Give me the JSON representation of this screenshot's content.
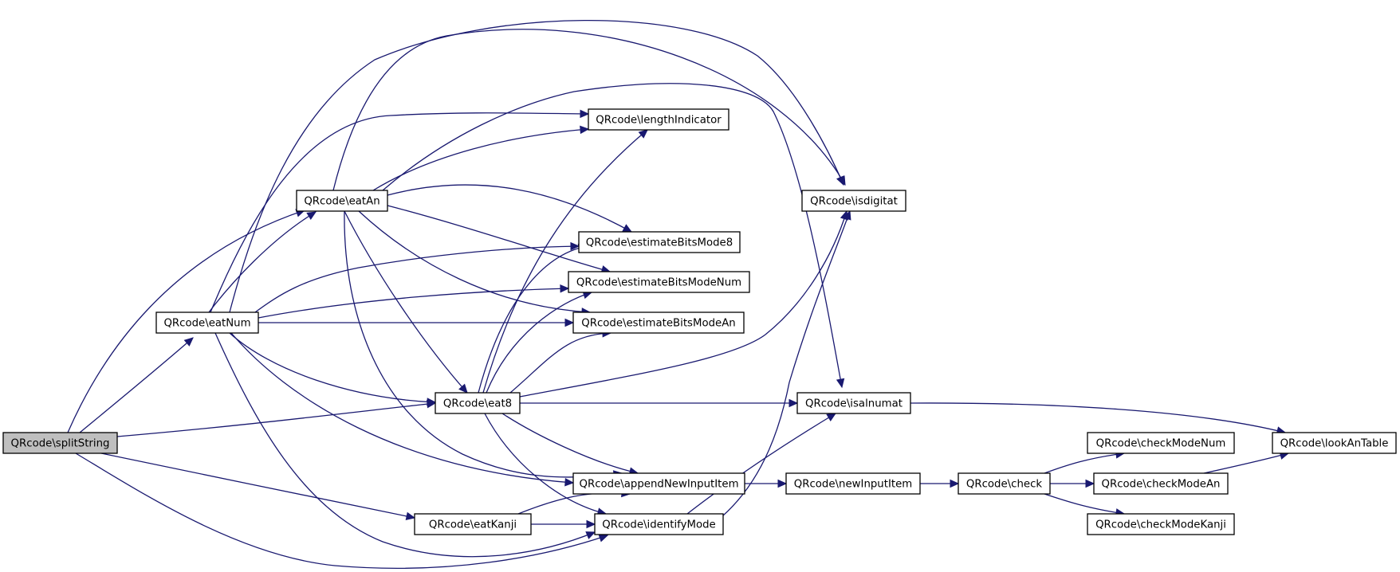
{
  "diagram": {
    "type": "call-graph",
    "edge_color": "#191970",
    "root_fill": "#bfbfbf",
    "nodes": [
      {
        "id": "splitString",
        "label": "QRcode\\splitString",
        "root": true
      },
      {
        "id": "eatNum",
        "label": "QRcode\\eatNum"
      },
      {
        "id": "eatAn",
        "label": "QRcode\\eatAn"
      },
      {
        "id": "eat8",
        "label": "QRcode\\eat8"
      },
      {
        "id": "eatKanji",
        "label": "QRcode\\eatKanji"
      },
      {
        "id": "lengthIndicator",
        "label": "QRcode\\lengthIndicator"
      },
      {
        "id": "estimateBitsMode8",
        "label": "QRcode\\estimateBitsMode8"
      },
      {
        "id": "estimateBitsModeNum",
        "label": "QRcode\\estimateBitsModeNum"
      },
      {
        "id": "estimateBitsModeAn",
        "label": "QRcode\\estimateBitsModeAn"
      },
      {
        "id": "appendNewInputItem",
        "label": "QRcode\\appendNewInputItem"
      },
      {
        "id": "identifyMode",
        "label": "QRcode\\identifyMode"
      },
      {
        "id": "isdigitat",
        "label": "QRcode\\isdigitat"
      },
      {
        "id": "isalnumat",
        "label": "QRcode\\isalnumat"
      },
      {
        "id": "newInputItem",
        "label": "QRcode\\newInputItem"
      },
      {
        "id": "check",
        "label": "QRcode\\check"
      },
      {
        "id": "checkModeNum",
        "label": "QRcode\\checkModeNum"
      },
      {
        "id": "checkModeAn",
        "label": "QRcode\\checkModeAn"
      },
      {
        "id": "checkModeKanji",
        "label": "QRcode\\checkModeKanji"
      },
      {
        "id": "lookAnTable",
        "label": "QRcode\\lookAnTable"
      }
    ],
    "edges": [
      {
        "from": "splitString",
        "to": "eatNum"
      },
      {
        "from": "splitString",
        "to": "eatAn"
      },
      {
        "from": "splitString",
        "to": "eat8"
      },
      {
        "from": "splitString",
        "to": "eatKanji"
      },
      {
        "from": "splitString",
        "to": "identifyMode"
      },
      {
        "from": "eatNum",
        "to": "eatAn"
      },
      {
        "from": "eatNum",
        "to": "lengthIndicator"
      },
      {
        "from": "eatNum",
        "to": "isdigitat"
      },
      {
        "from": "eatNum",
        "to": "estimateBitsMode8"
      },
      {
        "from": "eatNum",
        "to": "estimateBitsModeNum"
      },
      {
        "from": "eatNum",
        "to": "estimateBitsModeAn"
      },
      {
        "from": "eatNum",
        "to": "eat8"
      },
      {
        "from": "eatNum",
        "to": "appendNewInputItem"
      },
      {
        "from": "eatNum",
        "to": "identifyMode"
      },
      {
        "from": "eatAn",
        "to": "isdigitat"
      },
      {
        "from": "eatAn",
        "to": "isalnumat"
      },
      {
        "from": "eatAn",
        "to": "lengthIndicator"
      },
      {
        "from": "eatAn",
        "to": "estimateBitsMode8"
      },
      {
        "from": "eatAn",
        "to": "estimateBitsModeNum"
      },
      {
        "from": "eatAn",
        "to": "estimateBitsModeAn"
      },
      {
        "from": "eatAn",
        "to": "eat8"
      },
      {
        "from": "eatAn",
        "to": "appendNewInputItem"
      },
      {
        "from": "eat8",
        "to": "lengthIndicator"
      },
      {
        "from": "eat8",
        "to": "estimateBitsMode8"
      },
      {
        "from": "eat8",
        "to": "estimateBitsModeNum"
      },
      {
        "from": "eat8",
        "to": "estimateBitsModeAn"
      },
      {
        "from": "eat8",
        "to": "isdigitat"
      },
      {
        "from": "eat8",
        "to": "isalnumat"
      },
      {
        "from": "eat8",
        "to": "appendNewInputItem"
      },
      {
        "from": "eat8",
        "to": "identifyMode"
      },
      {
        "from": "eatKanji",
        "to": "appendNewInputItem"
      },
      {
        "from": "eatKanji",
        "to": "identifyMode"
      },
      {
        "from": "identifyMode",
        "to": "isdigitat"
      },
      {
        "from": "identifyMode",
        "to": "isalnumat"
      },
      {
        "from": "isalnumat",
        "to": "lookAnTable"
      },
      {
        "from": "appendNewInputItem",
        "to": "newInputItem"
      },
      {
        "from": "newInputItem",
        "to": "check"
      },
      {
        "from": "check",
        "to": "checkModeNum"
      },
      {
        "from": "check",
        "to": "checkModeAn"
      },
      {
        "from": "check",
        "to": "checkModeKanji"
      },
      {
        "from": "checkModeAn",
        "to": "lookAnTable"
      }
    ]
  }
}
